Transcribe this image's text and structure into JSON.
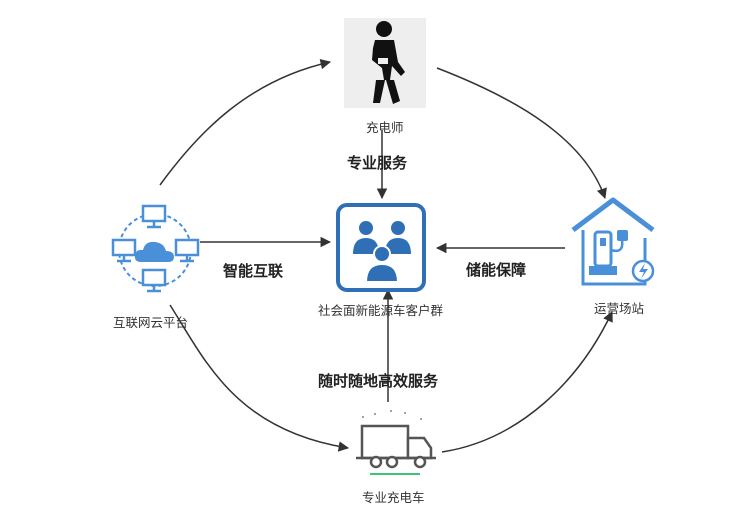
{
  "nodes": {
    "charger_person": {
      "label": "充电师",
      "icon": "person-walking-icon"
    },
    "customers": {
      "label": "社会面新能源车客户群",
      "icon": "user-group-icon"
    },
    "cloud_platform": {
      "label": "互联网云平台",
      "icon": "cloud-network-icon"
    },
    "station": {
      "label": "运营场站",
      "icon": "charging-station-icon"
    },
    "truck": {
      "label": "专业充电车",
      "icon": "truck-icon"
    }
  },
  "edges": {
    "professional_service": "专业服务",
    "smart_interconnect": "智能互联",
    "storage_guarantee": "储能保障",
    "anytime_service": "随时随地高效服务"
  },
  "colors": {
    "accent": "#2f6fb6",
    "light_blue": "#4a90d9",
    "arrow": "#333333",
    "green": "#3cc47c"
  }
}
